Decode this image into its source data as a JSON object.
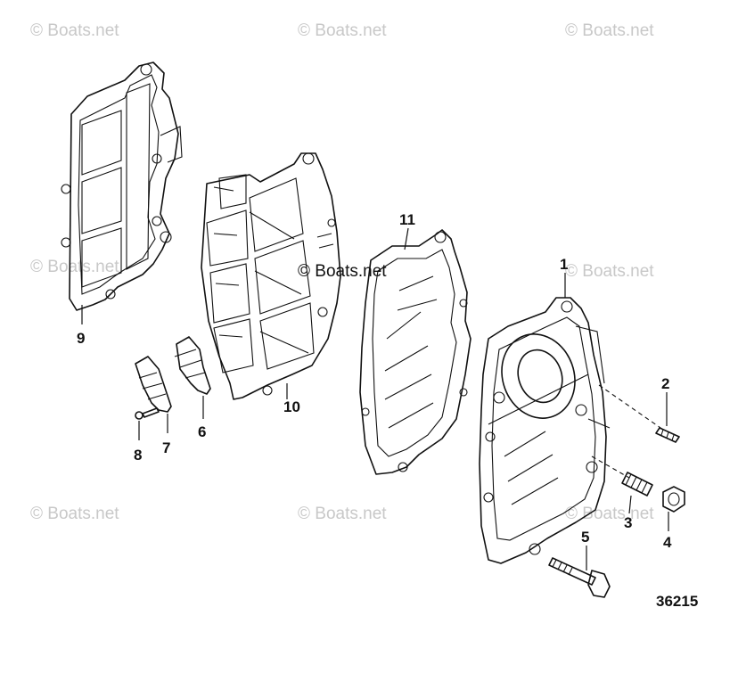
{
  "watermark_text": "© Boats.net",
  "diagram_number": "36215",
  "callouts": {
    "c1": "1",
    "c2": "2",
    "c3": "3",
    "c4": "4",
    "c5": "5",
    "c6": "6",
    "c7": "7",
    "c8": "8",
    "c9": "9",
    "c10": "10",
    "c11": "11"
  },
  "parts": [
    {
      "callout": "1",
      "icon": "cover-plate-icon"
    },
    {
      "callout": "2",
      "icon": "stud-icon"
    },
    {
      "callout": "3",
      "icon": "stud-icon"
    },
    {
      "callout": "4",
      "icon": "nut-icon"
    },
    {
      "callout": "5",
      "icon": "bolt-icon"
    },
    {
      "callout": "6",
      "icon": "reed-stop-icon"
    },
    {
      "callout": "7",
      "icon": "reed-petal-icon"
    },
    {
      "callout": "8",
      "icon": "screw-icon"
    },
    {
      "callout": "9",
      "icon": "gasket-icon"
    },
    {
      "callout": "10",
      "icon": "reed-block-icon"
    },
    {
      "callout": "11",
      "icon": "gasket-icon"
    }
  ]
}
